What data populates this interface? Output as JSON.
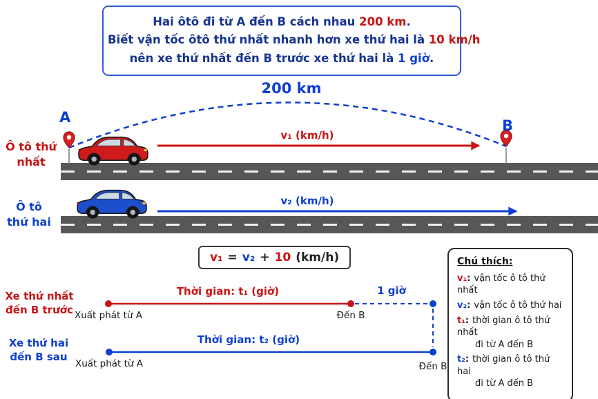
{
  "problem": {
    "line1_pre": "Hai ôtô đi từ A đến B cách nhau ",
    "line1_value": "200 km",
    "line1_post": ".",
    "line2_pre": "Biết vận tốc ôtô thứ nhất nhanh hơn xe thứ hai là ",
    "line2_value": "10 km/h",
    "line3_pre": "nên xe thứ nhất đến B trước xe thứ hai là ",
    "line3_value": "1 giờ",
    "line3_post": "."
  },
  "map": {
    "distance_label": "200 km",
    "point_a": "A",
    "point_b": "B",
    "car1_label_line1": "Ô tô thứ",
    "car1_label_line2": "nhất",
    "car2_label_line1": "Ô tô",
    "car2_label_line2": "thứ hai",
    "v1_label": "v₁ (km/h)",
    "v2_label": "v₂ (km/h)"
  },
  "equation": {
    "lhs": "v₁",
    "equals": "=",
    "rhs_var": "v₂",
    "plus": "+",
    "rhs_num": "10",
    "unit": "(km/h)"
  },
  "timelines": {
    "first": {
      "side_line1": "Xe thứ nhất",
      "side_line2": "đến B trước",
      "duration": "Thời gian: t₁ (giờ)",
      "start": "Xuất phát từ A",
      "end": "Đến B"
    },
    "gap": "1 giờ",
    "second": {
      "side_line1": "Xe thứ hai",
      "side_line2": "đến B sau",
      "duration": "Thời gian: t₂ (giờ)",
      "start": "Xuất phát từ A",
      "end": "Đến B"
    }
  },
  "legend": {
    "title": "Chú thích:",
    "sep": ":",
    "items": [
      {
        "term": "v₁",
        "desc": "vận tốc ô tô thứ nhất",
        "desc2": ""
      },
      {
        "term": "v₂",
        "desc": "vận tốc ô tô thứ hai",
        "desc2": ""
      },
      {
        "term": "t₁",
        "desc": "thời gian ô tô thứ nhất",
        "desc2": "đi từ A đến B"
      },
      {
        "term": "t₂",
        "desc": "thời gian ô tô thứ hai",
        "desc2": "đi từ A đến B"
      }
    ]
  },
  "colors": {
    "red": "#c81414",
    "blue": "#0d3fd0",
    "navy": "#16358f",
    "road": "#575757"
  }
}
